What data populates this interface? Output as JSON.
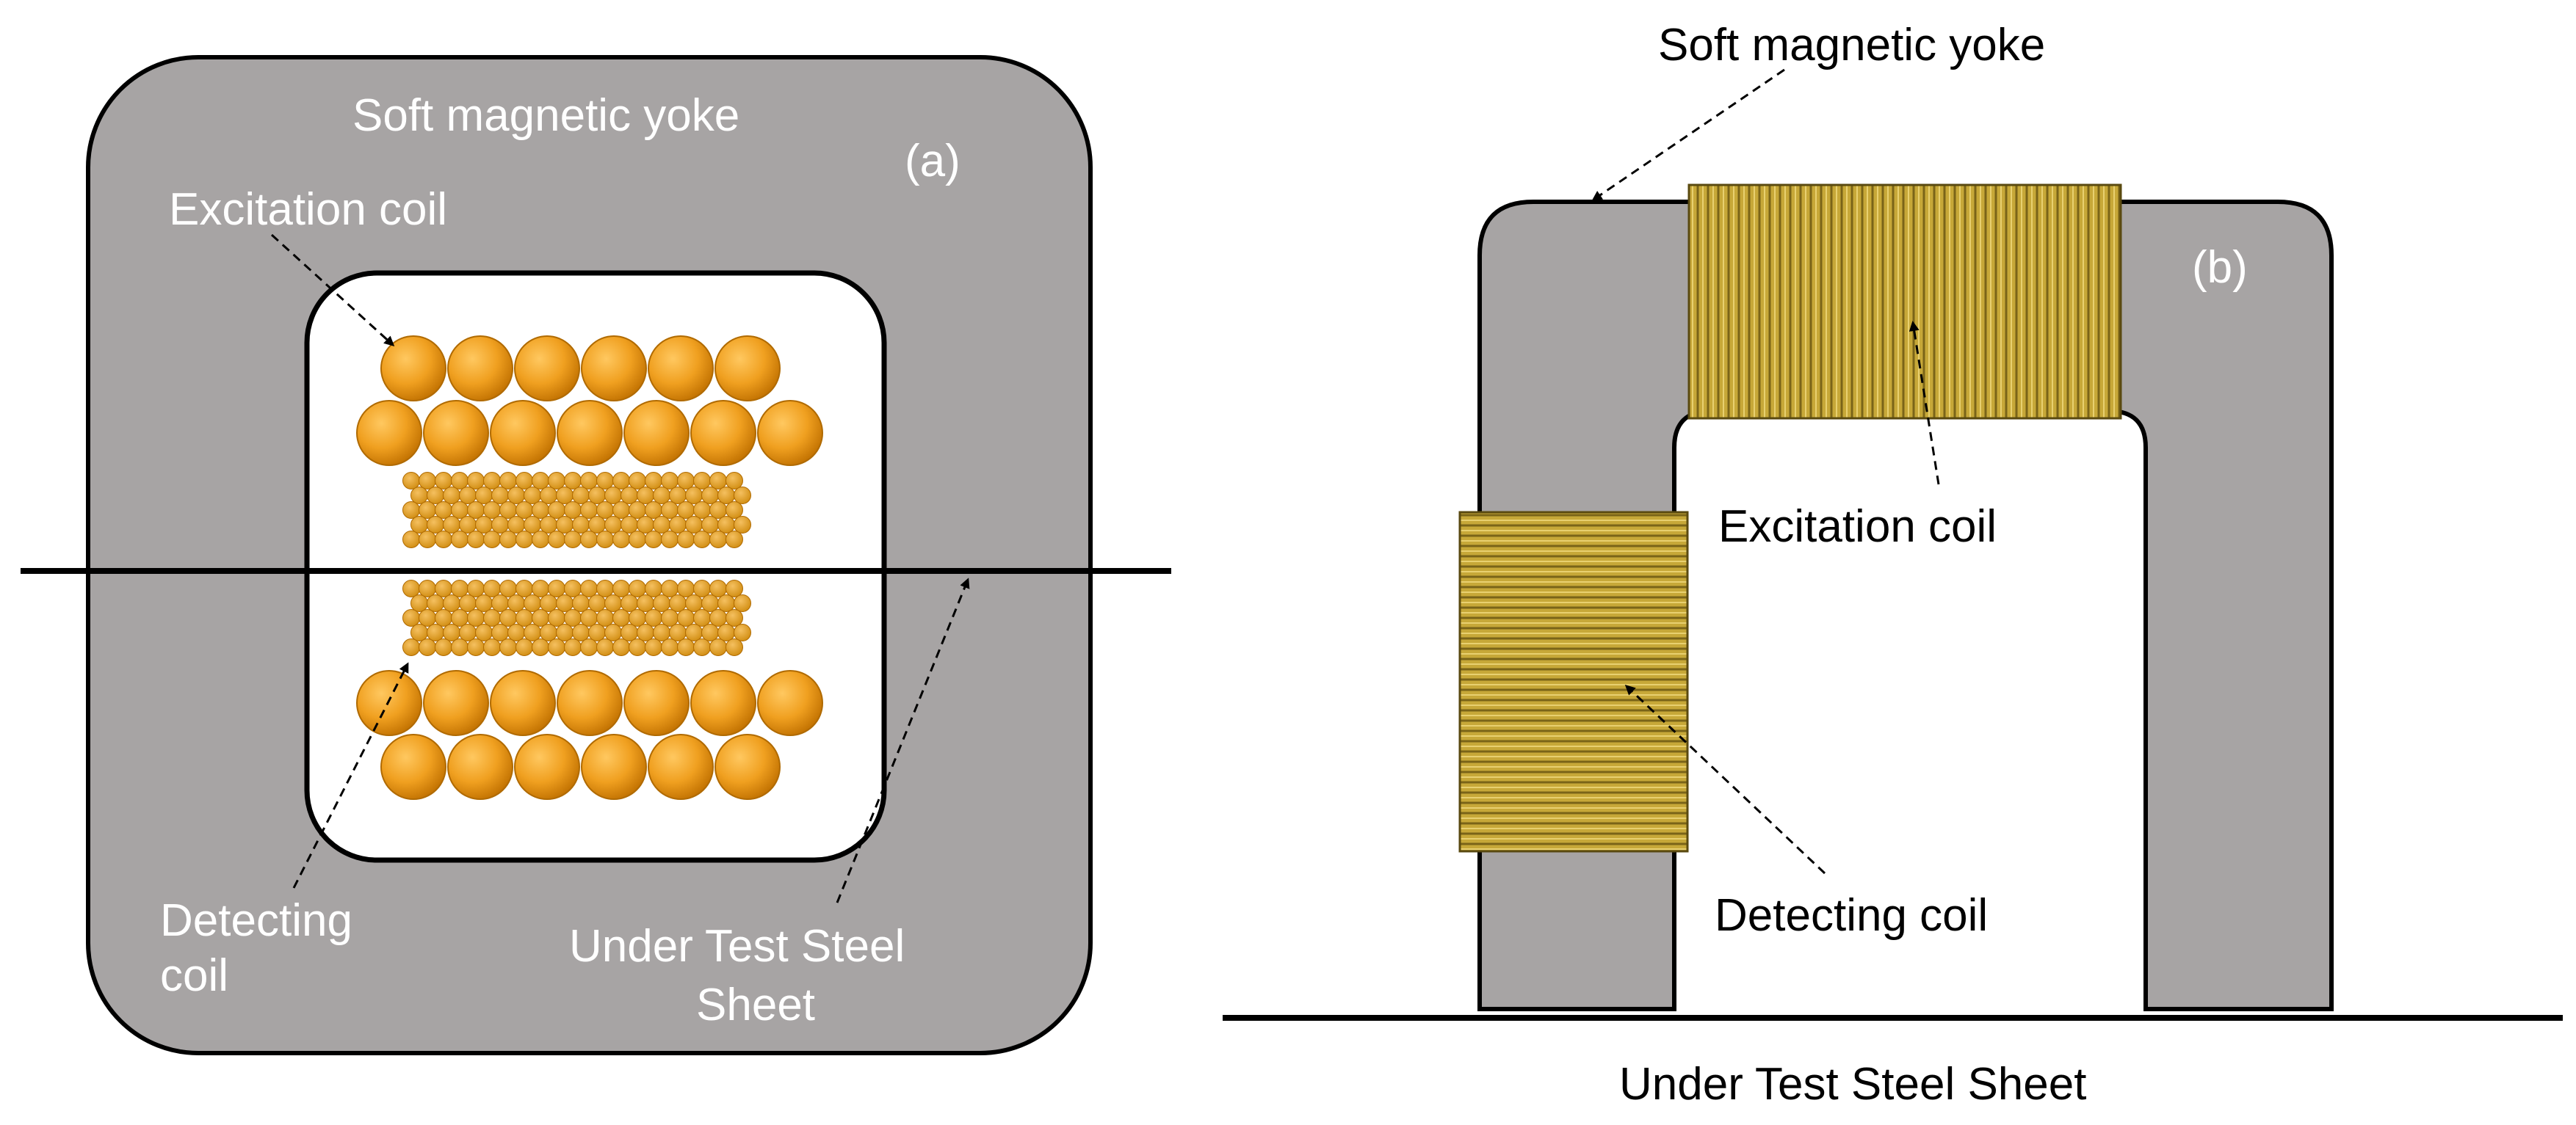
{
  "panel_a": {
    "yoke_label": "Soft magnetic yoke",
    "panel_tag": "(a)",
    "excitation_label": "Excitation coil",
    "detecting_label_line1": "Detecting",
    "detecting_label_line2": "coil",
    "steel_label_line1": "Under Test Steel",
    "steel_label_line2": "Sheet"
  },
  "panel_b": {
    "yoke_label": "Soft magnetic yoke",
    "panel_tag": "(b)",
    "excitation_label": "Excitation coil",
    "detecting_label": "Detecting coil",
    "steel_label": "Under Test Steel Sheet"
  },
  "colors": {
    "yoke_fill": "#a7a4a4",
    "outline": "#000000",
    "wire_ball": "#f0a020",
    "wire_ball_dark": "#c87800",
    "coil_winding": "#c7a838",
    "coil_winding_dark": "#7a6418",
    "label_on_yoke": "#ffffff",
    "label_on_white": "#000000"
  }
}
